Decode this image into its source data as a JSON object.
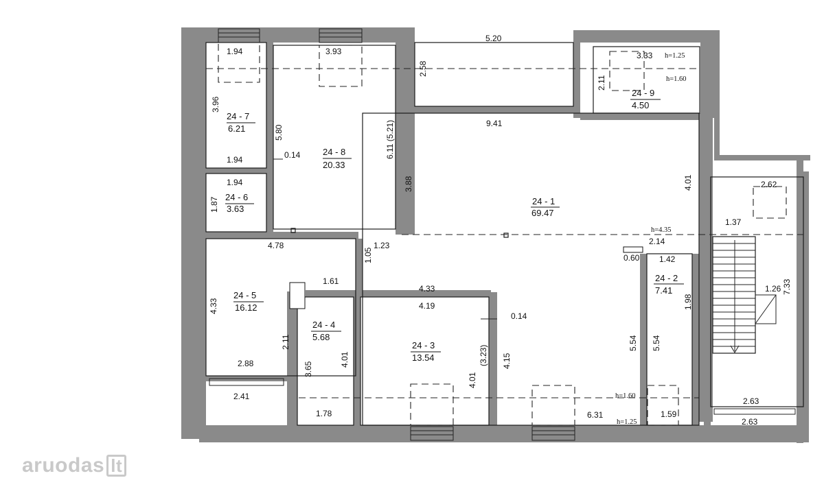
{
  "watermark": {
    "site": "aruodas",
    "tld": "lt"
  },
  "rooms": [
    {
      "id": "24 - 1",
      "area": "69.47"
    },
    {
      "id": "24 - 2",
      "area": "7.41"
    },
    {
      "id": "24 - 3",
      "area": "13.54"
    },
    {
      "id": "24 - 4",
      "area": "5.68"
    },
    {
      "id": "24 - 5",
      "area": "16.12"
    },
    {
      "id": "24 - 6",
      "area": "3.63"
    },
    {
      "id": "24 - 7",
      "area": "6.21"
    },
    {
      "id": "24 - 8",
      "area": "20.33"
    },
    {
      "id": "24 - 9",
      "area": "4.50"
    }
  ],
  "dimensions": {
    "d_1_94a": "1.94",
    "d_3_93": "3.93",
    "d_5_20": "5.20",
    "d_2_58": "2.58",
    "d_3_33": "3.33",
    "d_h125a": "h=1.25",
    "d_2_11a": "2.11",
    "d_h160a": "h=1.60",
    "d_3_96": "3.96",
    "d_5_80": "5.80",
    "d_6_11": "6.11 (5.21)",
    "d_9_41": "9.41",
    "d_1_94b": "1.94",
    "d_0_14a": "0.14",
    "d_1_94c": "1.94",
    "d_1_87": "1.87",
    "d_3_88": "3.88",
    "d_4_01a": "4.01",
    "d_2_62": "2.62",
    "d_1_37": "1.37",
    "d_h435": "h=4.35",
    "d_2_14": "2.14",
    "d_4_78": "4.78",
    "d_1_05": "1.05",
    "d_1_23": "1.23",
    "d_0_60": "0.60",
    "d_1_42": "1.42",
    "d_1_61": "1.61",
    "d_4_33a": "4.33",
    "d_4_19": "4.19",
    "d_4_33b": "4.33",
    "d_1_98": "1.98",
    "d_1_26": "1.26",
    "d_7_33": "7.33",
    "d_0_14b": "0.14",
    "d_2_11b": "2.11",
    "d_3_23": "(3.23)",
    "d_4_15": "4.15",
    "d_5_54a": "5.54",
    "d_5_54b": "5.54",
    "d_2_88": "2.88",
    "d_3_65": "3.65",
    "d_4_01b": "4.01",
    "d_4_01c": "4.01",
    "d_h160b": "h=1.60",
    "d_2_63a": "2.63",
    "d_2_41": "2.41",
    "d_1_78": "1.78",
    "d_6_31": "6.31",
    "d_h125b": "h=1.25",
    "d_1_59": "1.59",
    "d_2_63b": "2.63"
  }
}
